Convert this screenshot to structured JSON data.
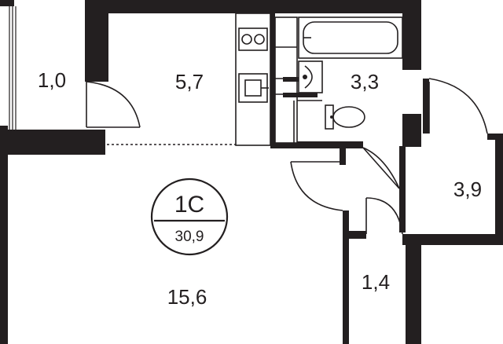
{
  "floor_plan": {
    "apartment_type": "1С",
    "total_area": "30,9",
    "rooms": [
      {
        "id": "balcony",
        "area": "1,0"
      },
      {
        "id": "kitchen",
        "area": "5,7"
      },
      {
        "id": "bathroom",
        "area": "3,3"
      },
      {
        "id": "hall",
        "area": "3,9"
      },
      {
        "id": "living-room",
        "area": "15,6"
      },
      {
        "id": "storage",
        "area": "1,4"
      }
    ]
  },
  "colors": {
    "wall": "#231f20",
    "background": "#ffffff"
  }
}
